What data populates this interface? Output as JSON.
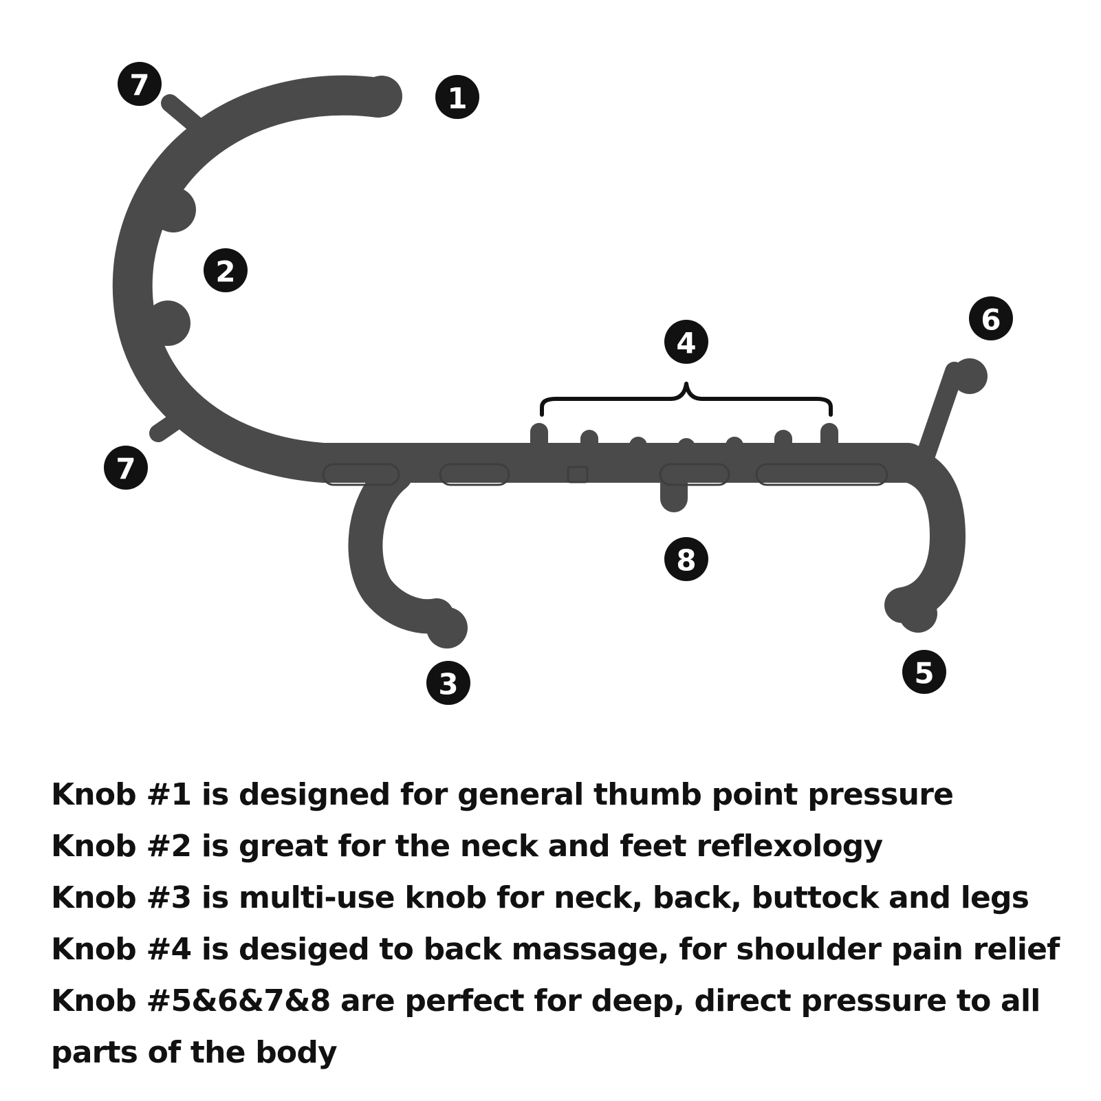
{
  "colors": {
    "tool": "#4a4a4a",
    "tool_shadow": "#3e3e3e",
    "badge": "#111111",
    "badge_text": "#ffffff",
    "text": "#111111"
  },
  "knob_labels": {
    "k1": "1",
    "k2": "2",
    "k3": "3",
    "k4": "4",
    "k5": "5",
    "k6": "6",
    "k7_top": "7",
    "k7_bottom": "7",
    "k8": "8"
  },
  "descriptions": [
    "Knob #1 is designed for general thumb point pressure",
    "Knob #2 is great for the neck and feet reflexology",
    "Knob #3 is multi-use knob for neck, back, buttock and legs",
    "Knob #4 is desiged to back massage, for shoulder pain relief",
    "Knob #5&6&7&8 are perfect for deep, direct pressure to all parts of the body"
  ]
}
